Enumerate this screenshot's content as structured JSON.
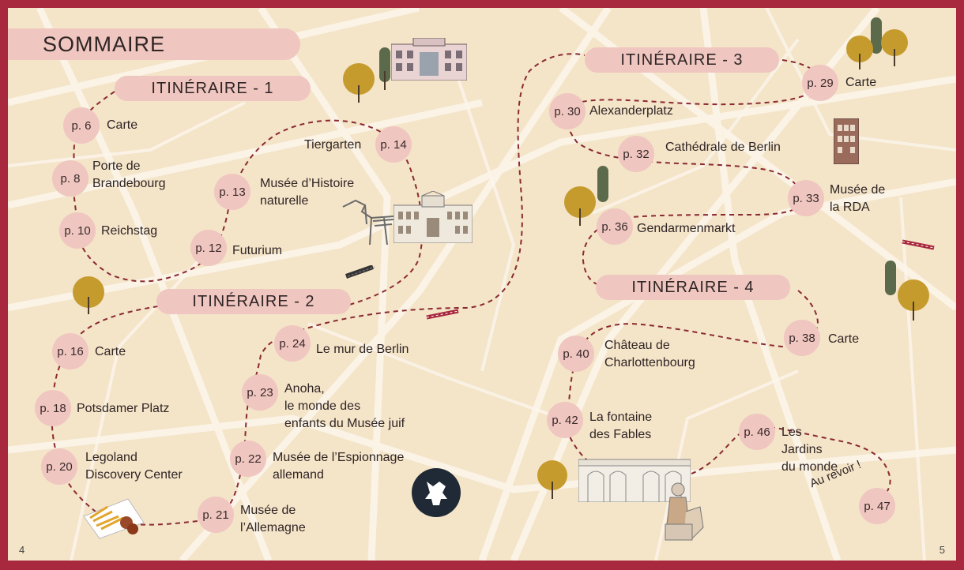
{
  "title": "SOMMAIRE",
  "itineraries": [
    {
      "label": "ITINÉRAIRE - 1"
    },
    {
      "label": "ITINÉRAIRE - 2"
    },
    {
      "label": "ITINÉRAIRE - 3"
    },
    {
      "label": "ITINÉRAIRE - 4"
    }
  ],
  "stops": [
    {
      "page": "p. 6",
      "label": "Carte"
    },
    {
      "page": "p. 8",
      "label": "Porte de\nBrandebourg"
    },
    {
      "page": "p. 10",
      "label": "Reichstag"
    },
    {
      "page": "p. 12",
      "label": "Futurium"
    },
    {
      "page": "p. 13",
      "label": "Musée d’Histoire\nnaturelle"
    },
    {
      "page": "p. 14",
      "label": "Tiergarten"
    },
    {
      "page": "p. 16",
      "label": "Carte"
    },
    {
      "page": "p. 18",
      "label": "Potsdamer Platz"
    },
    {
      "page": "p. 20",
      "label": "Legoland\nDiscovery Center"
    },
    {
      "page": "p. 21",
      "label": "Musée de\nl’Allemagne"
    },
    {
      "page": "p. 22",
      "label": "Musée de l’Espionnage\nallemand"
    },
    {
      "page": "p. 23",
      "label": "Anoha,\nle monde des\nenfants du Musée juif"
    },
    {
      "page": "p. 24",
      "label": "Le mur de Berlin"
    },
    {
      "page": "p. 29",
      "label": "Carte"
    },
    {
      "page": "p. 30",
      "label": "Alexanderplatz"
    },
    {
      "page": "p. 32",
      "label": "Cathédrale de Berlin"
    },
    {
      "page": "p. 33",
      "label": "Musée de\nla RDA"
    },
    {
      "page": "p. 36",
      "label": "Gendarmenmarkt"
    },
    {
      "page": "p. 38",
      "label": "Carte"
    },
    {
      "page": "p. 40",
      "label": "Château de\nCharlottenbourg"
    },
    {
      "page": "p. 42",
      "label": "La fontaine\ndes Fables"
    },
    {
      "page": "p. 46",
      "label": "Les\nJardins\ndu monde"
    },
    {
      "page": "p. 47",
      "label": ""
    }
  ],
  "farewell": "Au revoir !",
  "page_numbers": {
    "left": "4",
    "right": "5"
  },
  "colors": {
    "frame": "#a8283d",
    "background": "#f4e4c8",
    "badge": "#efc6c0",
    "path": "#8a2a32"
  },
  "icons": [
    "tree-icon",
    "building-icon",
    "dinosaur-icon",
    "museum-icon",
    "train-icon",
    "fries-icon",
    "bear-badge-icon",
    "fountain-icon",
    "statue-icon"
  ]
}
